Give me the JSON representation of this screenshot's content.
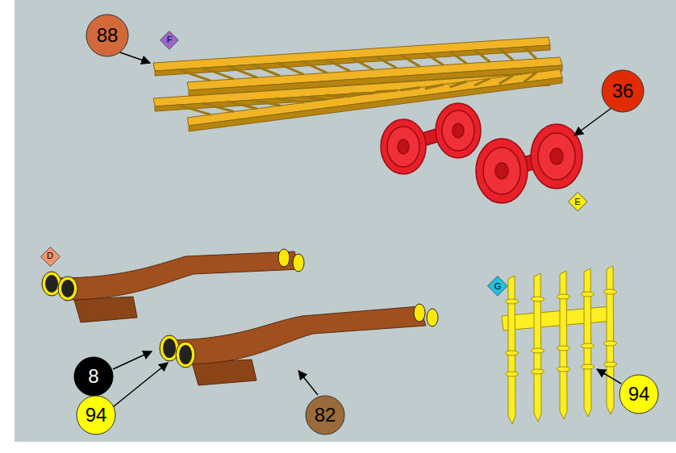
{
  "diagram": {
    "nodes": [
      {
        "text": [
          "88"
        ]
      },
      {
        "text": [
          "F"
        ]
      },
      {
        "text": [
          "36"
        ]
      },
      {
        "text": [
          "E"
        ]
      },
      {
        "text": [
          "D"
        ]
      },
      {
        "text": [
          "G"
        ]
      },
      {
        "text": [
          "8"
        ]
      },
      {
        "text": [
          "94"
        ]
      },
      {
        "text": [
          "82"
        ]
      },
      {
        "text": [
          "94"
        ]
      }
    ]
  }
}
